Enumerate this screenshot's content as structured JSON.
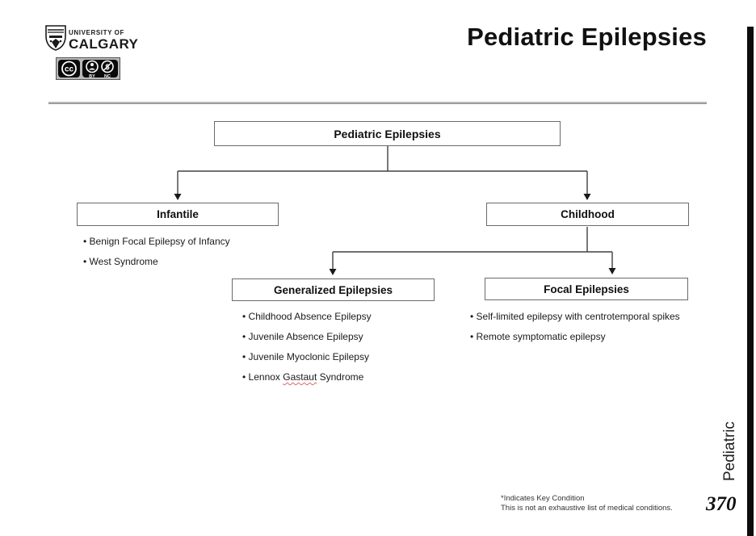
{
  "header": {
    "university_line1": "UNIVERSITY OF",
    "university_line2": "CALGARY",
    "title": "Pediatric Epilepsies",
    "license": {
      "by_label": "BY",
      "nc_label": "NC",
      "cc_label": "cc",
      "nc_symbol": "$"
    }
  },
  "tree": {
    "root": {
      "label": "Pediatric Epilepsies"
    },
    "infantile": {
      "label": "Infantile",
      "bullets": [
        "Benign Focal Epilepsy of Infancy",
        "West Syndrome"
      ]
    },
    "childhood": {
      "label": "Childhood"
    },
    "generalized": {
      "label": "Generalized Epilepsies",
      "bullets": [
        "Childhood Absence Epilepsy",
        "Juvenile Absence Epilepsy",
        "Juvenile Myoclonic Epilepsy"
      ],
      "last_bullet": {
        "prefix": "Lennox ",
        "misspelled": "Gastaut",
        "suffix": " Syndrome"
      }
    },
    "focal": {
      "label": "Focal Epilepsies",
      "bullets": [
        "Self-limited epilepsy with centrotemporal spikes",
        "Remote symptomatic epilepsy"
      ]
    }
  },
  "footer": {
    "note_line1": "*Indicates Key Condition",
    "note_line2": "This is not an exhaustive list of medical conditions.",
    "page_number": "370",
    "side_label": "Pediatric"
  },
  "colors": {
    "accent_bar": "#0d0d0d",
    "box_border": "#6b6b6b",
    "connector": "#404040",
    "misspell_underline": "#e06666"
  }
}
